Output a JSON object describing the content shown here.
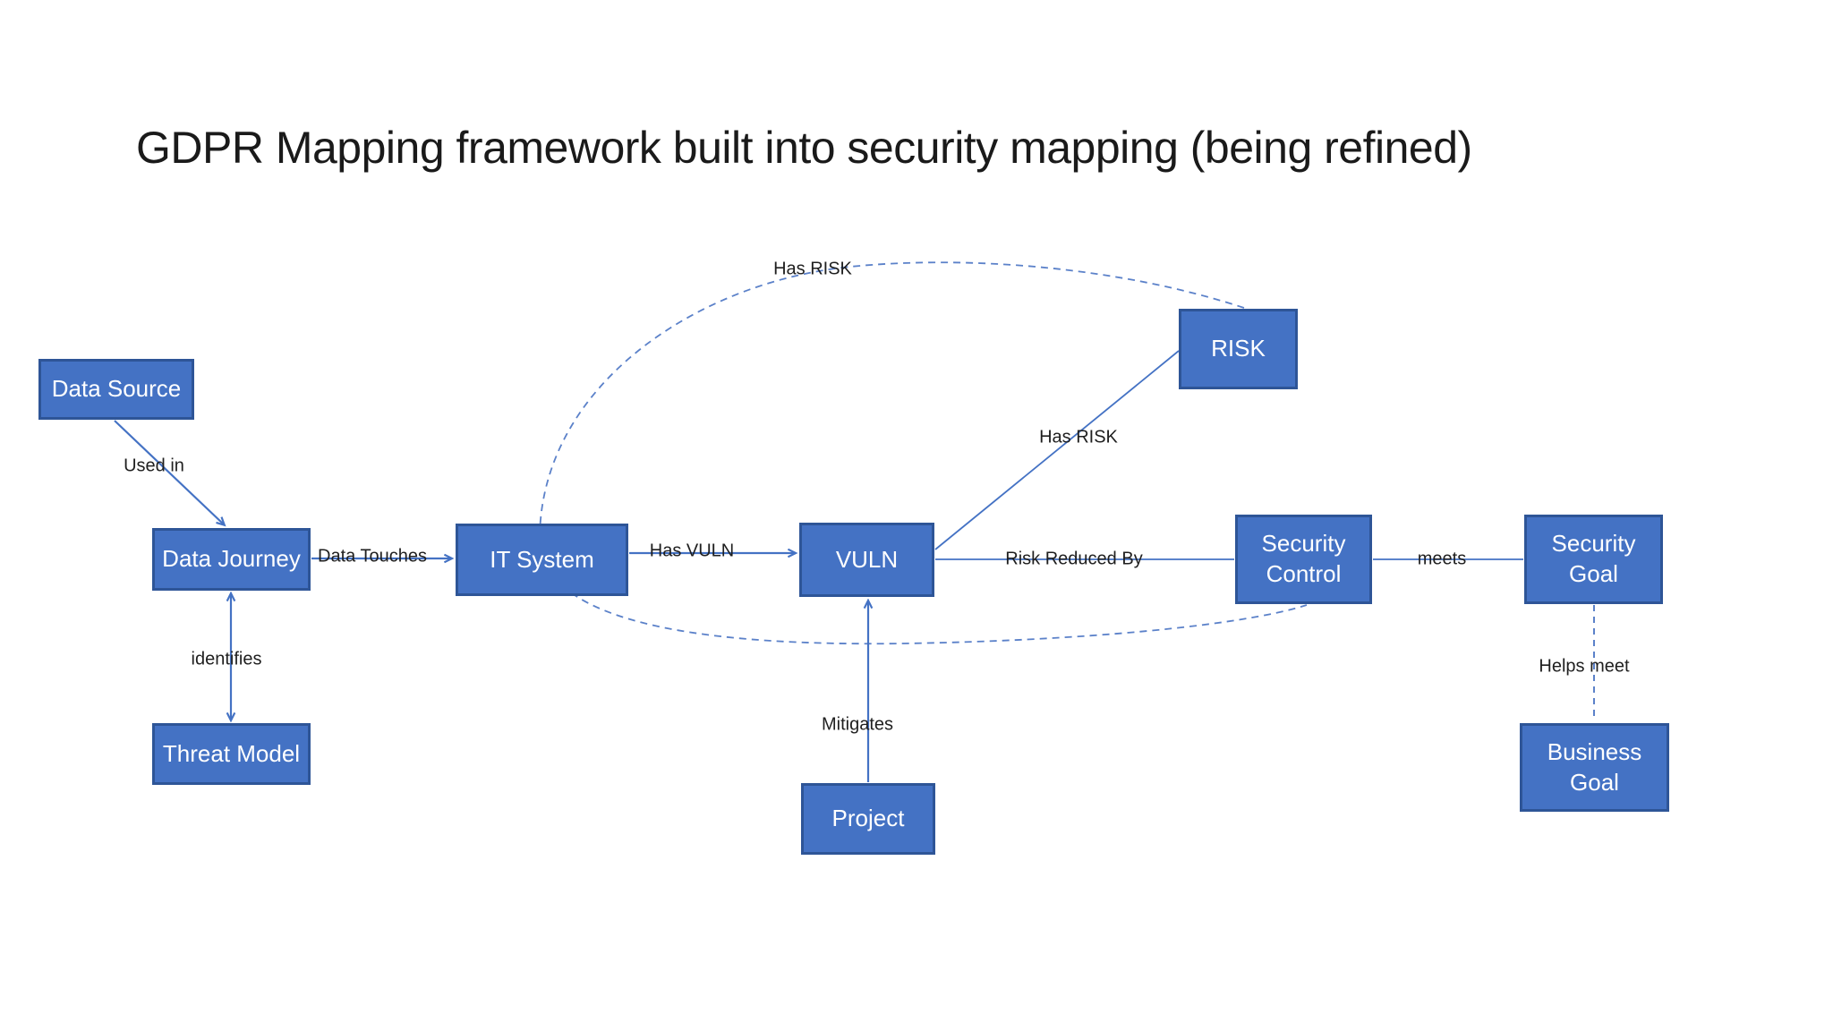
{
  "title": "GDPR Mapping framework built into security mapping (being refined)",
  "colors": {
    "node_fill": "#4472C4",
    "node_border": "#2E5597",
    "node_text": "#FFFFFF",
    "connector": "#4472C4",
    "dashed_connector": "#5B81C9",
    "label_text": "#1F1F1F",
    "title_text": "#1A1A1A",
    "background": "#FFFFFF"
  },
  "nodes": {
    "data_source": {
      "label": "Data Source"
    },
    "data_journey": {
      "label": "Data Journey"
    },
    "threat_model": {
      "label": "Threat Model"
    },
    "it_system": {
      "label": "IT System"
    },
    "vuln": {
      "label": "VULN"
    },
    "risk": {
      "label": "RISK"
    },
    "security_control": {
      "label": "Security Control"
    },
    "security_goal": {
      "label": "Security Goal"
    },
    "business_goal": {
      "label": "Business Goal"
    },
    "project": {
      "label": "Project"
    }
  },
  "edges": {
    "used_in": {
      "label": "Used in",
      "from": "Data Source",
      "to": "Data Journey",
      "style": "solid-arrow"
    },
    "identifies": {
      "label": "identifies",
      "from": "Data Journey",
      "to": "Threat Model",
      "style": "solid-double-arrow"
    },
    "data_touches": {
      "label": "Data Touches",
      "from": "Data Journey",
      "to": "IT System",
      "style": "solid-arrow"
    },
    "has_vuln": {
      "label": "Has VULN",
      "from": "IT System",
      "to": "VULN",
      "style": "solid-arrow"
    },
    "mitigates": {
      "label": "Mitigates",
      "from": "Project",
      "to": "VULN",
      "style": "solid-arrow"
    },
    "has_risk": {
      "label": "Has RISK",
      "from": "VULN",
      "to": "RISK",
      "style": "solid-line"
    },
    "has_risk_loop": {
      "label": "Has RISK",
      "from": "IT System",
      "to": "RISK",
      "style": "dashed-curve"
    },
    "risk_reduced_by": {
      "label": "Risk Reduced By",
      "from": "VULN",
      "to": "Security Control",
      "style": "solid-line"
    },
    "meets": {
      "label": "meets",
      "from": "Security Control",
      "to": "Security Goal",
      "style": "solid-line"
    },
    "helps_meet": {
      "label": "Helps meet",
      "from": "Security Goal",
      "to": "Business Goal",
      "style": "dashed-line"
    }
  }
}
